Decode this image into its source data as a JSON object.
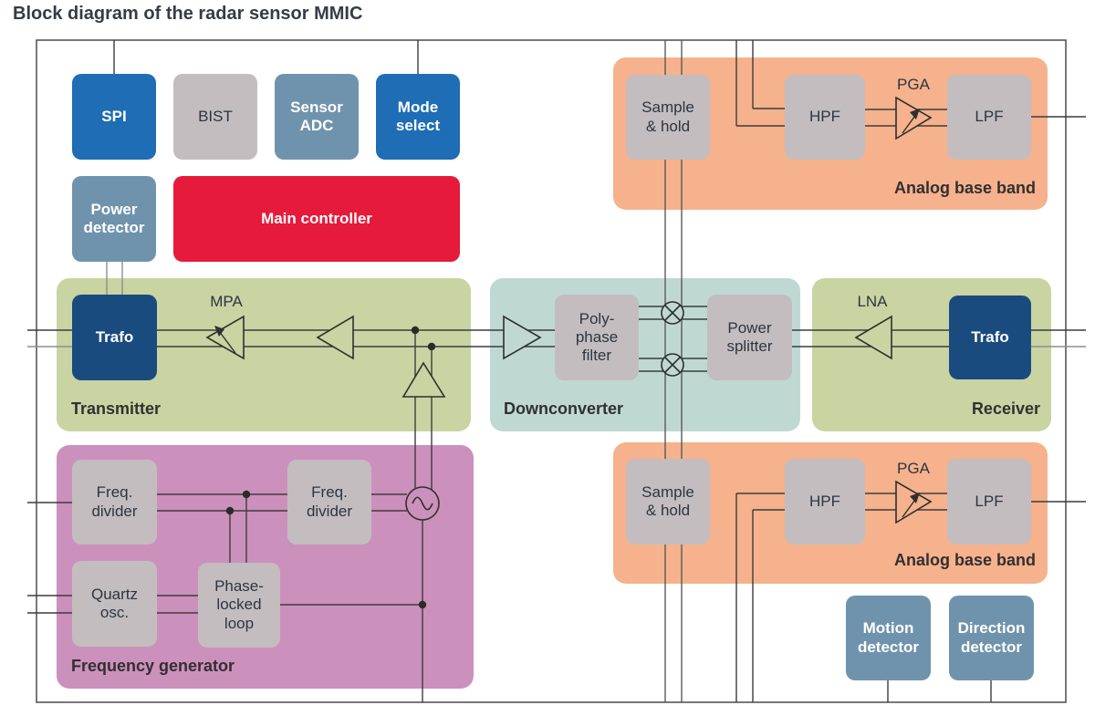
{
  "title": "Block diagram of the radar sensor MMIC",
  "blocks": {
    "spi": {
      "label": "SPI"
    },
    "bist": {
      "label": "BIST"
    },
    "sensor_adc": {
      "label": "Sensor\nADC"
    },
    "mode_select": {
      "label": "Mode\nselect"
    },
    "power_detector": {
      "label": "Power\ndetector"
    },
    "main_controller": {
      "label": "Main controller"
    },
    "tx_trafo": {
      "label": "Trafo"
    },
    "poly_phase_filter": {
      "label": "Poly-\nphase\nfilter"
    },
    "power_splitter": {
      "label": "Power\nsplitter"
    },
    "rx_trafo": {
      "label": "Trafo"
    },
    "sample_hold_top": {
      "label": "Sample\n& hold"
    },
    "hpf_top": {
      "label": "HPF"
    },
    "lpf_top": {
      "label": "LPF"
    },
    "sample_hold_bottom": {
      "label": "Sample\n& hold"
    },
    "hpf_bottom": {
      "label": "HPF"
    },
    "lpf_bottom": {
      "label": "LPF"
    },
    "freq_divider_1": {
      "label": "Freq.\ndivider"
    },
    "freq_divider_2": {
      "label": "Freq.\ndivider"
    },
    "quartz_osc": {
      "label": "Quartz\nosc."
    },
    "pll": {
      "label": "Phase-\nlocked\nloop"
    },
    "motion_detector": {
      "label": "Motion\ndetector"
    },
    "direction_detector": {
      "label": "Direction\ndetector"
    }
  },
  "sections": {
    "transmitter": {
      "label": "Transmitter"
    },
    "downconverter": {
      "label": "Downconverter"
    },
    "receiver": {
      "label": "Receiver"
    },
    "analog_base_band_top": {
      "label": "Analog base band"
    },
    "analog_base_band_bottom": {
      "label": "Analog base band"
    },
    "frequency_generator": {
      "label": "Frequency generator"
    }
  },
  "amplifiers": {
    "mpa": {
      "label": "MPA"
    },
    "lna": {
      "label": "LNA"
    },
    "pga_top": {
      "label": "PGA"
    },
    "pga_bottom": {
      "label": "PGA"
    }
  },
  "colors": {
    "blue": "#1e6db5",
    "slate": "#7093ad",
    "gray": "#c3bdbf",
    "navy": "#1a4b7f",
    "red": "#e61a3a",
    "green": "#c9d4a2",
    "teal": "#bfd9d2",
    "orange": "#f5b28c",
    "purple": "#cc90bd",
    "wire_dark": "#3c3c3c",
    "wire_light": "#8e8e8e",
    "chip_border": "#55565a"
  }
}
